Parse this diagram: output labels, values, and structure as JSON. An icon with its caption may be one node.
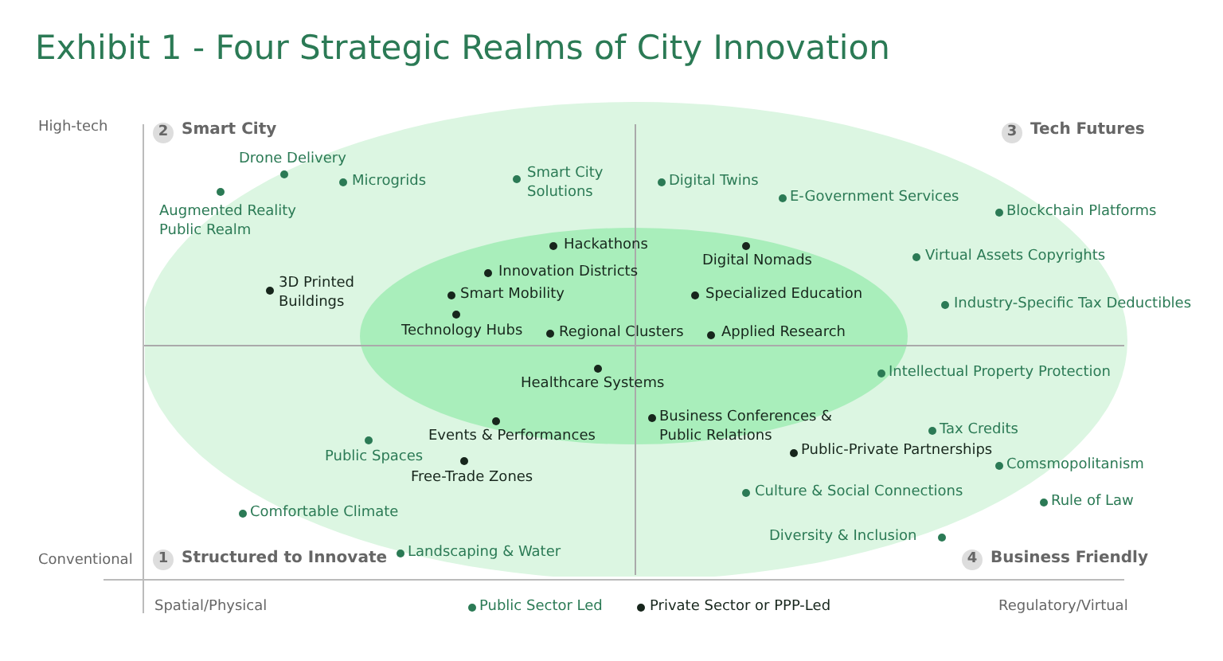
{
  "diagram": {
    "title": "Exhibit 1 - Four Strategic Realms of City Innovation",
    "labels": [
      "High-tech",
      "2",
      "Smart City",
      "3",
      "Tech Futures",
      "Drone Delivery",
      "Microgrids",
      "Augmented Reality Public Realm",
      "Smart City Solutions",
      "Digital Twins",
      "E-Government Services",
      "Blockchain Platforms",
      "Hackathons",
      "Digital Nomads",
      "Innovation Districts",
      "Virtual Assets Copyrights",
      "3D Printed Buildings",
      "Smart Mobility",
      "Specialized Education",
      "Industry-Specific Tax Deductibles",
      "Technology Hubs",
      "Regional Clusters",
      "Applied Research",
      "Intellectual Property Protection",
      "Healthcare Systems",
      "Business Conferences & Public Relations",
      "Events & Performances",
      "Tax Credits",
      "Public Spaces",
      "Public-Private Partnerships",
      "Free-Trade Zones",
      "Comsmopolitanism",
      "Culture & Social Connections",
      "Rule of Law",
      "Comfortable Climate",
      "Diversity & Inclusion",
      "Landscaping & Water",
      "Conventional",
      "1",
      "Structured to Innovate",
      "4",
      "Business Friendly",
      "Spatial/Physical",
      "Regulatory/Virtual"
    ],
    "legend": [
      {
        "text": "Public Sector Led",
        "color": "#2b7a55"
      },
      {
        "text": "Private Sector or PPP-Led",
        "color": "#17261c"
      }
    ]
  }
}
